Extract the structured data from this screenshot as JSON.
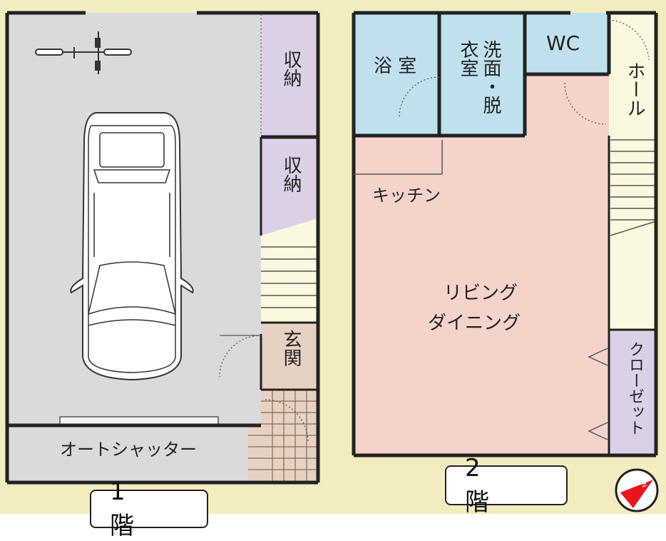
{
  "floor1": {
    "storage_upper": "収納",
    "storage_lower": "収納",
    "entrance": "玄関",
    "shutter": "オートシャッター",
    "floor_label": "1 階"
  },
  "floor2": {
    "bath": "浴 室",
    "washroom": "洗面・脱衣室",
    "wc": "WC",
    "hall": "ホール",
    "kitchen": "キッチン",
    "living": "リビング",
    "dining": "ダイニング",
    "closet": "クローゼット",
    "floor_label": "2 階"
  },
  "colors": {
    "garage": "#dadada",
    "storage": "#dcd0e6",
    "entrance": "#e5d2c2",
    "wet": "#bfe1ee",
    "ldk": "#f6d3ca",
    "hall": "#fbf8e0",
    "background": "#f2ecbf",
    "compass": "#e8151c"
  },
  "compass": {
    "label": "N",
    "icon": "compass-icon"
  }
}
